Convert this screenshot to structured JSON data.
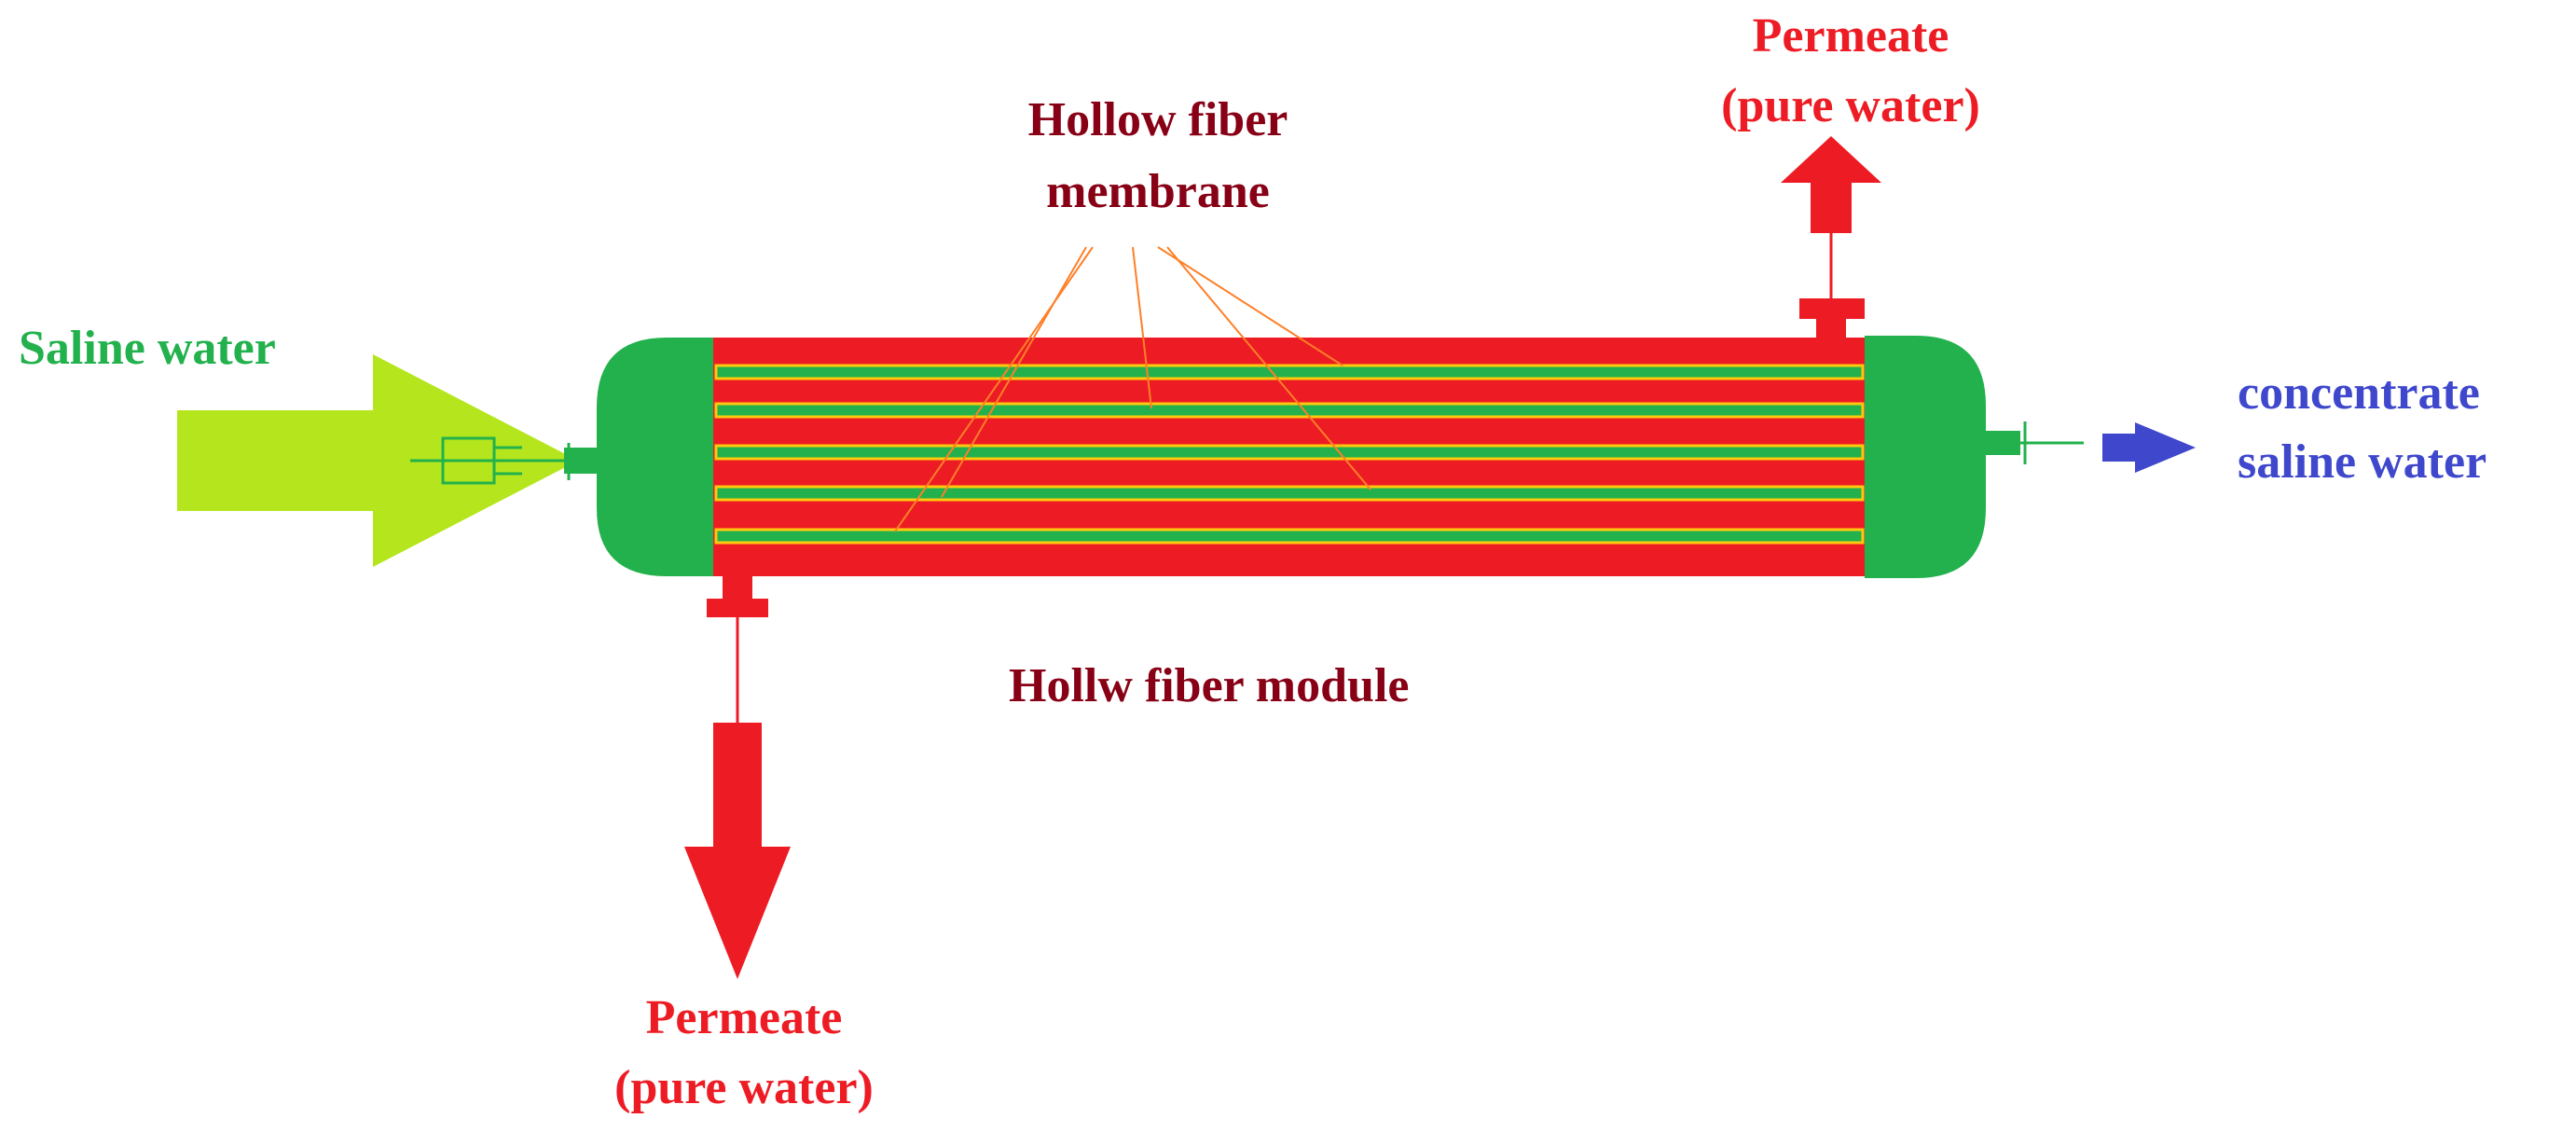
{
  "labels": {
    "saline_water": "Saline water",
    "membrane_line1": "Hollow fiber",
    "membrane_line2": "membrane",
    "permeate_top_line1": "Permeate",
    "permeate_top_line2": "(pure water)",
    "concentrate_line1": "concentrate",
    "concentrate_line2": "saline water",
    "module": "Hollw fiber module",
    "permeate_bottom_line1": "Permeate",
    "permeate_bottom_line2": "(pure water)"
  },
  "colors": {
    "saline_label": "#22b14c",
    "saline_arrow": "#b5e61d",
    "end_cap": "#22b14c",
    "shell": "#ed1c24",
    "fiber_fill": "#22b14c",
    "fiber_border": "#ffc90e",
    "leader_line": "#ff7f27",
    "permeate_label": "#ed1c24",
    "permeate_arrow": "#ed1c24",
    "concentrate_label": "#3f48cc",
    "concentrate_arrow": "#3f48cc",
    "dark_label": "#880015"
  }
}
